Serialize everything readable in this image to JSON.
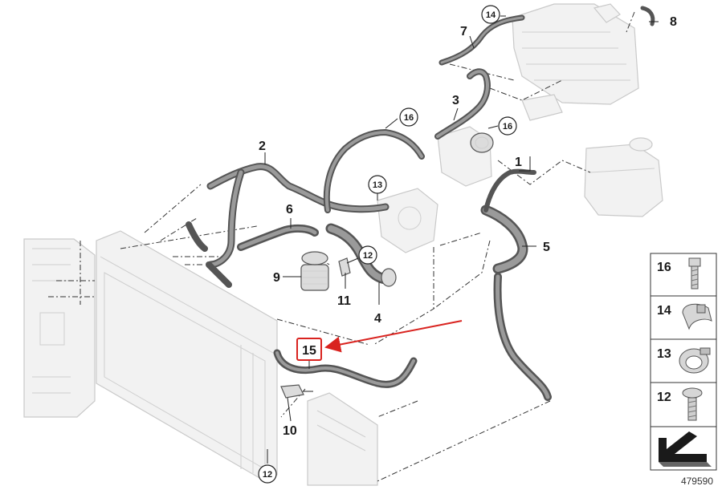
{
  "diagram": {
    "part_labels": [
      {
        "id": "p1",
        "text": "1"
      },
      {
        "id": "p2",
        "text": "2"
      },
      {
        "id": "p3",
        "text": "3"
      },
      {
        "id": "p4",
        "text": "4"
      },
      {
        "id": "p5",
        "text": "5"
      },
      {
        "id": "p6",
        "text": "6"
      },
      {
        "id": "p7",
        "text": "7"
      },
      {
        "id": "p8",
        "text": "8"
      },
      {
        "id": "p9",
        "text": "9"
      },
      {
        "id": "p10",
        "text": "10"
      },
      {
        "id": "p11",
        "text": "11"
      }
    ],
    "circled_labels": [
      {
        "id": "c14",
        "text": "14"
      },
      {
        "id": "c16a",
        "text": "16"
      },
      {
        "id": "c16b",
        "text": "16"
      },
      {
        "id": "c13",
        "text": "13"
      },
      {
        "id": "c12a",
        "text": "12"
      },
      {
        "id": "c12b",
        "text": "12"
      }
    ],
    "highlighted_part": {
      "text": "15",
      "highlight_color": "#d9231f"
    },
    "legend": {
      "items": [
        {
          "number": "16",
          "icon": "bolt-icon"
        },
        {
          "number": "14",
          "icon": "hose-clip-icon"
        },
        {
          "number": "13",
          "icon": "hose-clamp-icon"
        },
        {
          "number": "12",
          "icon": "screw-icon"
        }
      ],
      "footer_icon": "direction-arrow-icon"
    },
    "reference_number": "479590",
    "colors": {
      "hose": "#555555",
      "ghost_parts": "#c9c9c9",
      "arrow": "#d9231f"
    }
  }
}
